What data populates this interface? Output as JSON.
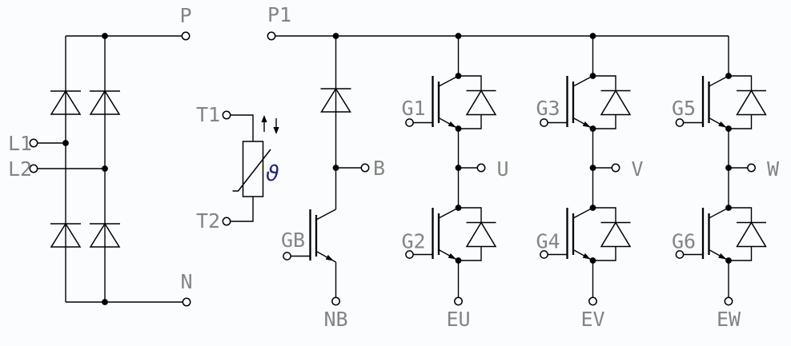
{
  "rectifier": {
    "p": "P",
    "n": "N",
    "l1": "L1",
    "l2": "L2"
  },
  "thermistor": {
    "t1": "T1",
    "t2": "T2",
    "symbol": "ϑ"
  },
  "brake": {
    "p1": "P1",
    "b": "B",
    "gb": "GB",
    "nb": "NB"
  },
  "inverter": {
    "phases": [
      {
        "gate_top": "G1",
        "gate_bottom": "G2",
        "output": "U",
        "emitter": "EU"
      },
      {
        "gate_top": "G3",
        "gate_bottom": "G4",
        "output": "V",
        "emitter": "EV"
      },
      {
        "gate_top": "G5",
        "gate_bottom": "G6",
        "output": "W",
        "emitter": "EW"
      }
    ]
  },
  "colors": {
    "line": "#000000",
    "label": "#848484",
    "theta": "#23237d",
    "background": "#fafcfe"
  }
}
